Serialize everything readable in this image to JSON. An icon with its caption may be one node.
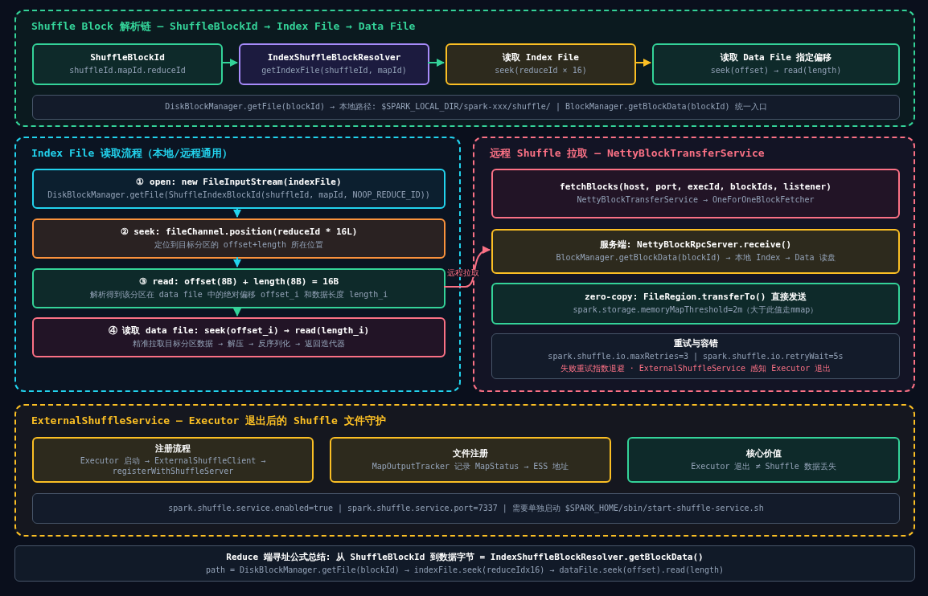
{
  "diagram": {
    "nodes": [
      {
        "text": [
          "Shuffle Block 解析链 — ShuffleBlockId → Index File → Data File"
        ]
      },
      {
        "text": [
          "ShuffleBlockId",
          "shuffleId.mapId.reduceId"
        ],
        "in": 0
      },
      {
        "text": [
          "IndexShuffleBlockResolver",
          "getIndexFile(shuffleId, mapId)"
        ],
        "in": 0
      },
      {
        "text": [
          "读取 Index File",
          "seek(reduceId × 16)"
        ],
        "in": 0
      },
      {
        "text": [
          "读取 Data File 指定偏移",
          "seek(offset) → read(length)"
        ],
        "in": 0
      },
      {
        "text": [
          "DiskBlockManager.getFile(blockId) → 本地路径: $SPARK_LOCAL_DIR/spark-xxx/shuffle/ | BlockManager.getBlockData(blockId) 统一入口"
        ],
        "in": 0
      },
      {
        "text": [
          "Index File 读取流程（本地/远程通用）"
        ]
      },
      {
        "text": [
          "① open: new FileInputStream(indexFile)",
          "DiskBlockManager.getFile(ShuffleIndexBlockId(shuffleId, mapId, NOOP_REDUCE_ID))"
        ],
        "in": 6
      },
      {
        "text": [
          "② seek: fileChannel.position(reduceId * 16L)",
          "定位到目标分区的 offset+length 所在位置"
        ],
        "in": 6
      },
      {
        "text": [
          "③ read: offset(8B) + length(8B) = 16B",
          "解析得到该分区在 data file 中的绝对偏移 offset_i 和数据长度 length_i"
        ],
        "in": 6
      },
      {
        "text": [
          "④ 读取 data file: seek(offset_i) → read(length_i)",
          "精准拉取目标分区数据 → 解压 → 反序列化 → 返回迭代器"
        ],
        "in": 6
      },
      {
        "text": [
          "远程 Shuffle 拉取 — NettyBlockTransferService"
        ]
      },
      {
        "text": [
          "fetchBlocks(host, port, execId, blockIds, listener)",
          "NettyBlockTransferService → OneForOneBlockFetcher"
        ],
        "in": 11
      },
      {
        "text": [
          "服务端: NettyBlockRpcServer.receive()",
          "BlockManager.getBlockData(blockId) → 本地 Index → Data 读盘"
        ],
        "in": 11
      },
      {
        "text": [
          "zero-copy: FileRegion.transferTo() 直接发送",
          "spark.storage.memoryMapThreshold=2m（大于此值走mmap）"
        ],
        "in": 11
      },
      {
        "text": [
          "重试与容错",
          "spark.shuffle.io.maxRetries=3 | spark.shuffle.io.retryWait=5s",
          "失败重试指数退避 · ExternalShuffleService 感知 Executor 退出"
        ],
        "in": 11
      },
      {
        "text": [
          "ExternalShuffleService — Executor 退出后的 Shuffle 文件守护"
        ]
      },
      {
        "text": [
          "注册流程",
          "Executor 启动 → ExternalShuffleClient → registerWithShuffleServer"
        ],
        "in": 16
      },
      {
        "text": [
          "文件注册",
          "MapOutputTracker 记录 MapStatus → ESS 地址"
        ],
        "in": 16
      },
      {
        "text": [
          "核心价值",
          "Executor 退出 ≠ Shuffle 数据丢失"
        ],
        "in": 16
      },
      {
        "text": [
          "spark.shuffle.service.enabled=true | spark.shuffle.service.port=7337 | 需要单独启动 $SPARK_HOME/sbin/start-shuffle-service.sh"
        ],
        "in": 16
      },
      {
        "text": [
          "Reduce 端寻址公式总结: 从 ShuffleBlockId 到数据字节 = IndexShuffleBlockResolver.getBlockData()",
          "path = DiskBlockManager.getFile(blockId) → indexFile.seek(reduceIdx16) → dataFile.seek(offset).read(length)"
        ]
      }
    ],
    "edges": [
      {
        "from": 1,
        "to": 2,
        "arrow": "to",
        "color": "#34d399"
      },
      {
        "from": 2,
        "to": 3,
        "arrow": "to",
        "color": "#34d399"
      },
      {
        "from": 3,
        "to": 4,
        "arrow": "to",
        "color": "#fbbf24"
      },
      {
        "from": 7,
        "to": 8,
        "arrow": "to",
        "color": "#22d3ee"
      },
      {
        "from": 8,
        "to": 9,
        "arrow": "to",
        "color": "#22d3ee"
      },
      {
        "from": 9,
        "to": 10,
        "arrow": "to",
        "color": "#34d399"
      },
      {
        "from": 9,
        "to": 13,
        "arrow": "to",
        "label": "远程拉取",
        "color": "#fb7185"
      }
    ]
  }
}
